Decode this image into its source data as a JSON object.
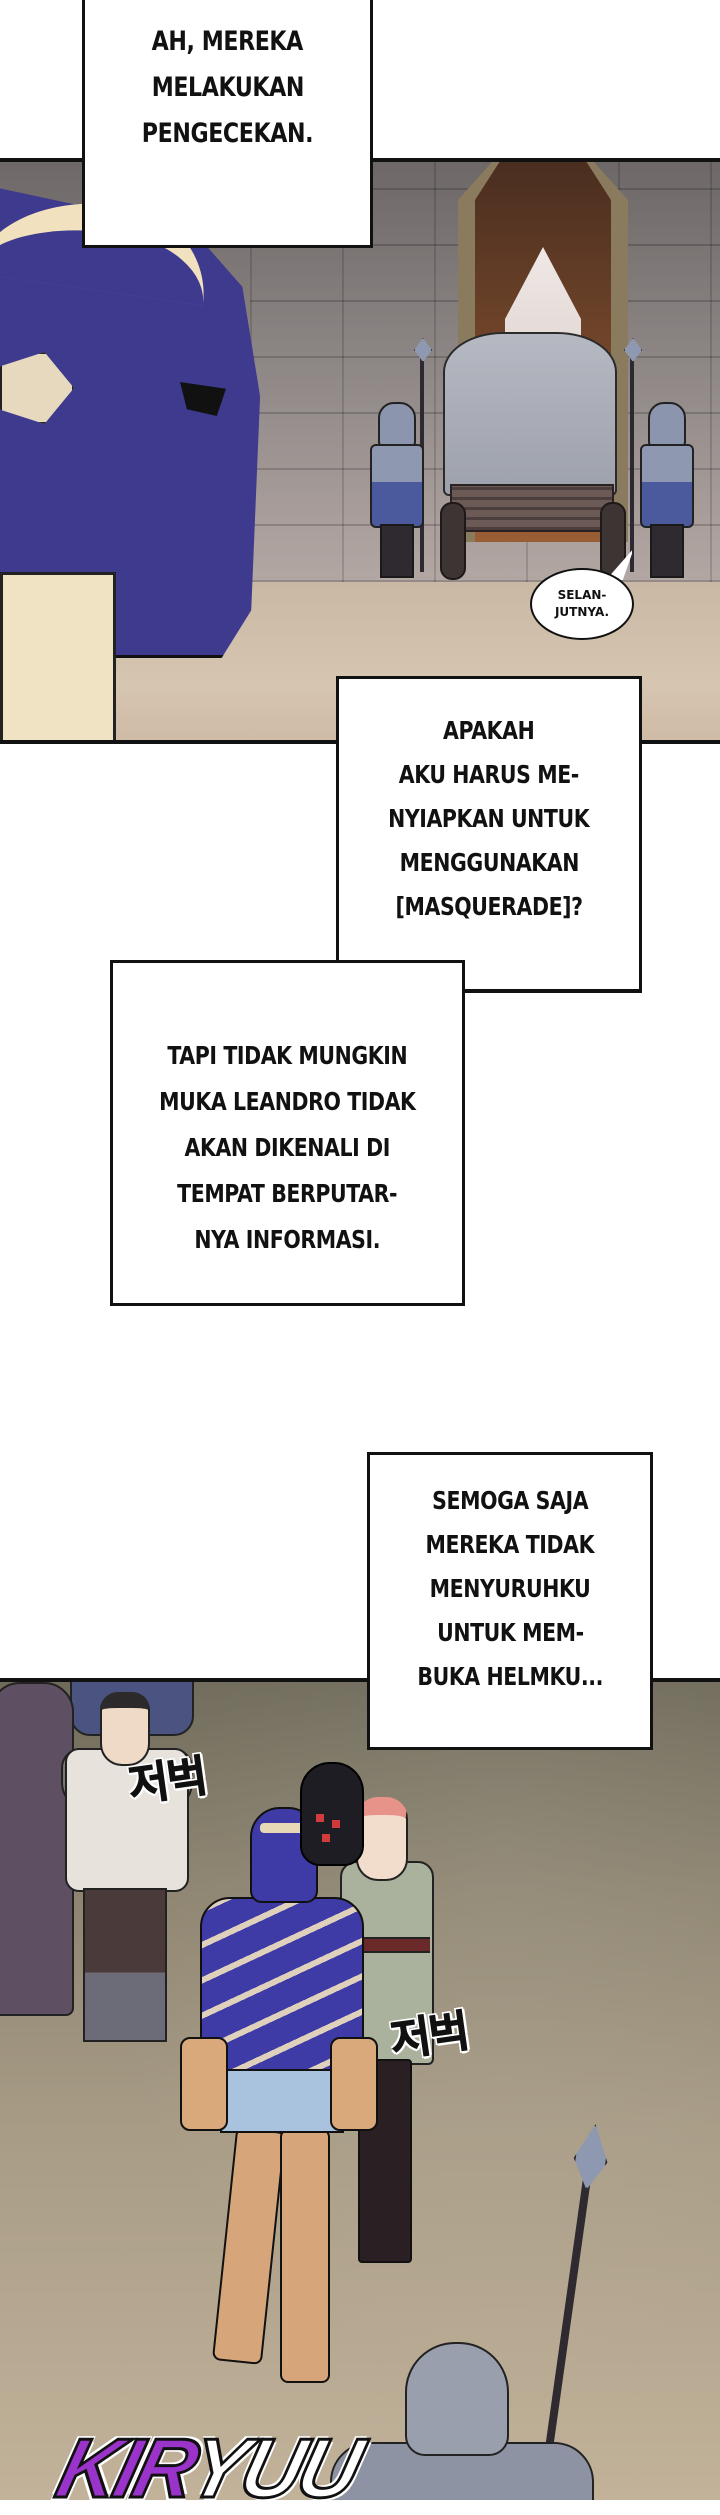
{
  "page": {
    "type": "webtoon-page",
    "background": "#ffffff",
    "accent_colors": {
      "knight_armor": "#3f3ba6",
      "panel_border": "#111111",
      "watermark_purple": "#9a33c9",
      "watermark_white": "#ffffff"
    }
  },
  "captions": [
    {
      "id": "caption-1",
      "lines": [
        "AH, MEREKA",
        "MELAKUKAN",
        "PENGECEKAN."
      ]
    },
    {
      "id": "caption-2",
      "lines": [
        "APAKAH",
        "AKU HARUS ME-",
        "NYIAPKAN UNTUK",
        "MENGGUNAKAN",
        "[MASQUERADE]?"
      ]
    },
    {
      "id": "caption-3",
      "lines": [
        "TAPI TIDAK MUNGKIN",
        "MUKA LEANDRO TIDAK",
        "AKAN DIKENALI DI",
        "TEMPAT BERPUTAR-",
        "NYA INFORMASI."
      ]
    },
    {
      "id": "caption-4",
      "lines": [
        "SEMOGA SAJA",
        "MEREKA TIDAK",
        "MENYURUHKU",
        "UNTUK MEM-",
        "BUKA HELMKU..."
      ]
    }
  ],
  "speech_bubbles": [
    {
      "id": "guard-speech",
      "lines": [
        "SELAN-",
        "JUTNYA."
      ]
    }
  ],
  "sound_effects": [
    {
      "id": "sfx-footstep-1",
      "text": "저벅"
    },
    {
      "id": "sfx-footstep-2",
      "text": "저벅"
    }
  ],
  "panels": [
    {
      "id": "panel-gate-checkpoint",
      "scene": "Armored knight helmet in foreground; two spear guards inspecting a covered wagon at a stone gate"
    },
    {
      "id": "panel-walking-crowd",
      "scene": "Blue-armored knight with crow walks beside red-haired woman past villagers; guard with spear in foreground"
    }
  ],
  "watermark": {
    "part_a": "KIR",
    "part_b": "YUU"
  }
}
